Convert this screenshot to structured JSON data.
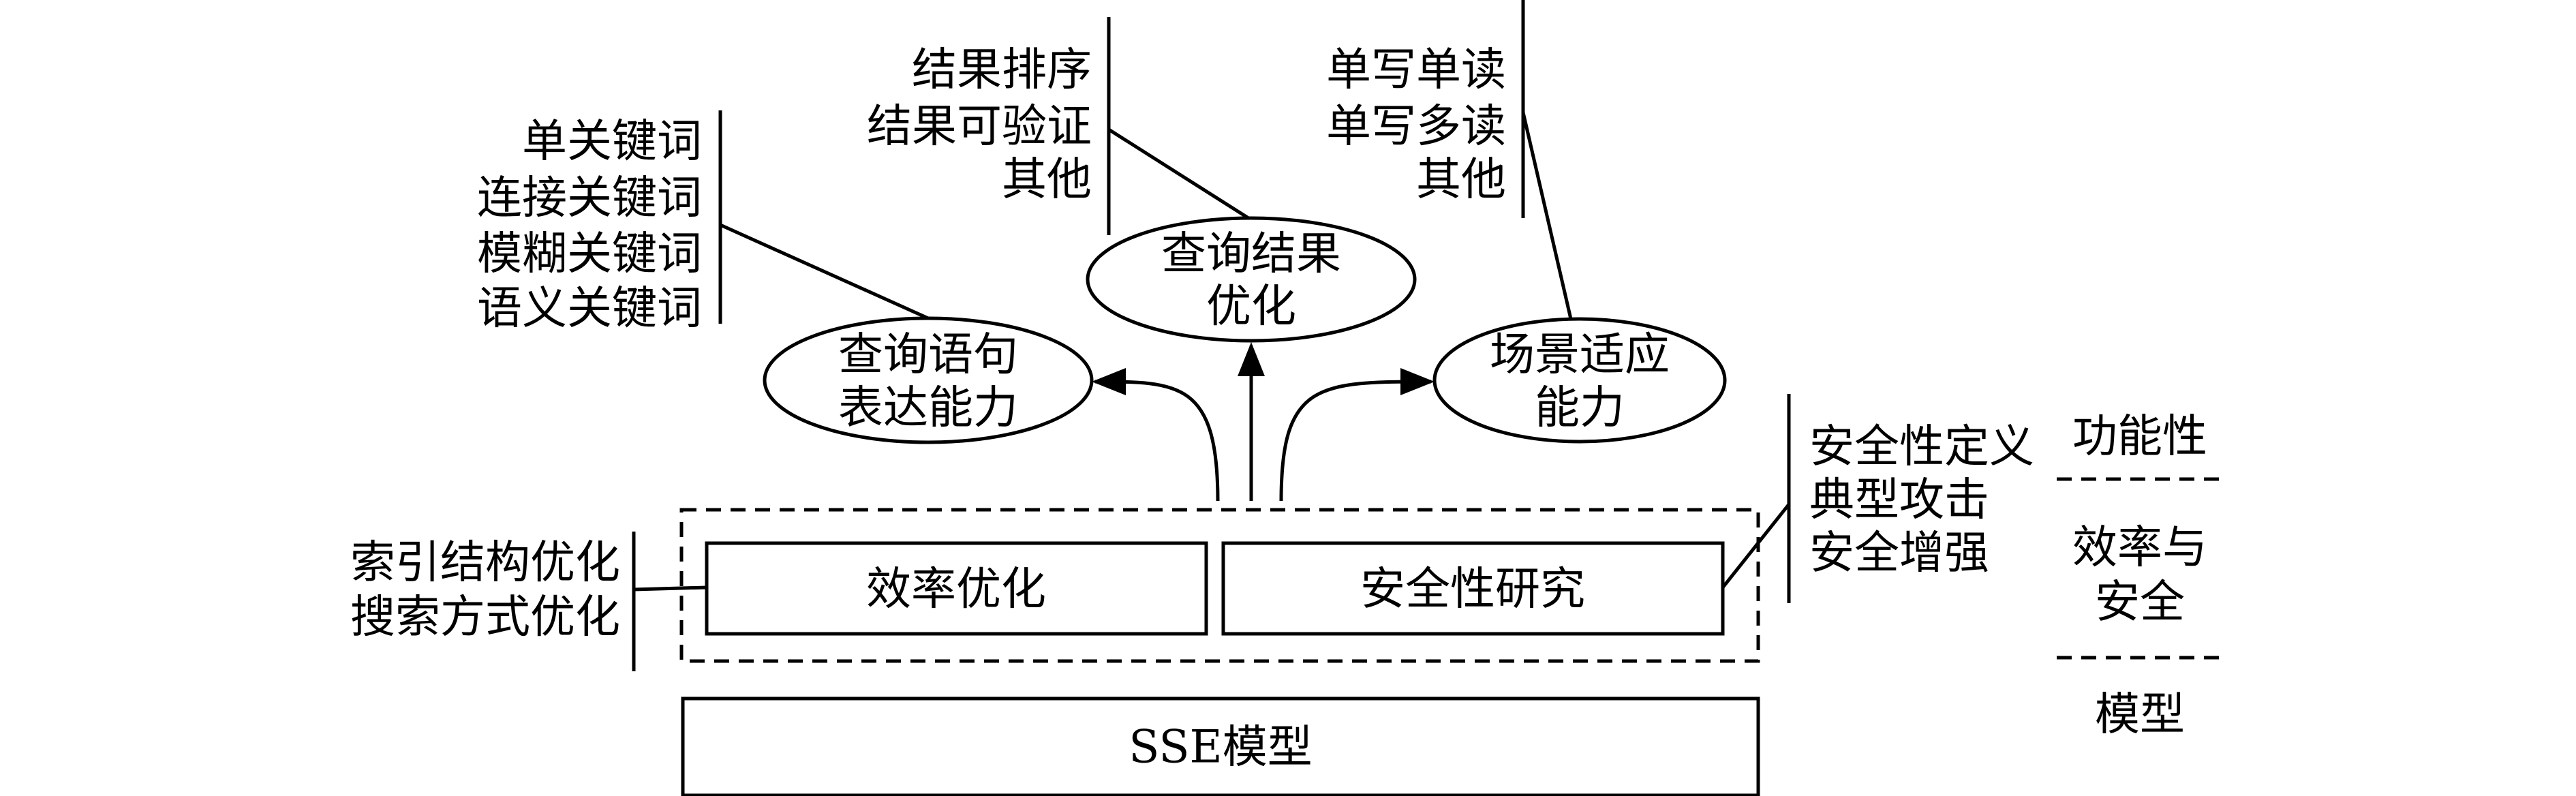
{
  "model": {
    "label": "SSE模型"
  },
  "efficiency": {
    "label": "效率优化",
    "items": [
      "索引结构优化",
      "搜索方式优化"
    ]
  },
  "security": {
    "label": "安全性研究",
    "items": [
      "安全性定义",
      "典型攻击",
      "安全增强"
    ]
  },
  "functions": {
    "query_expression": {
      "line1": "查询语句",
      "line2": "表达能力",
      "items": [
        "单关键词",
        "连接关键词",
        "模糊关键词",
        "语义关键词"
      ]
    },
    "result_optimization": {
      "line1": "查询结果",
      "line2": "优化",
      "items": [
        "结果排序",
        "结果可验证",
        "其他"
      ]
    },
    "scenario": {
      "line1": "场景适应",
      "line2": "能力",
      "items": [
        "单写单读",
        "单写多读",
        "其他"
      ]
    }
  },
  "layers": {
    "top": "功能性",
    "middle_line1": "效率与",
    "middle_line2": "安全",
    "bottom": "模型"
  }
}
